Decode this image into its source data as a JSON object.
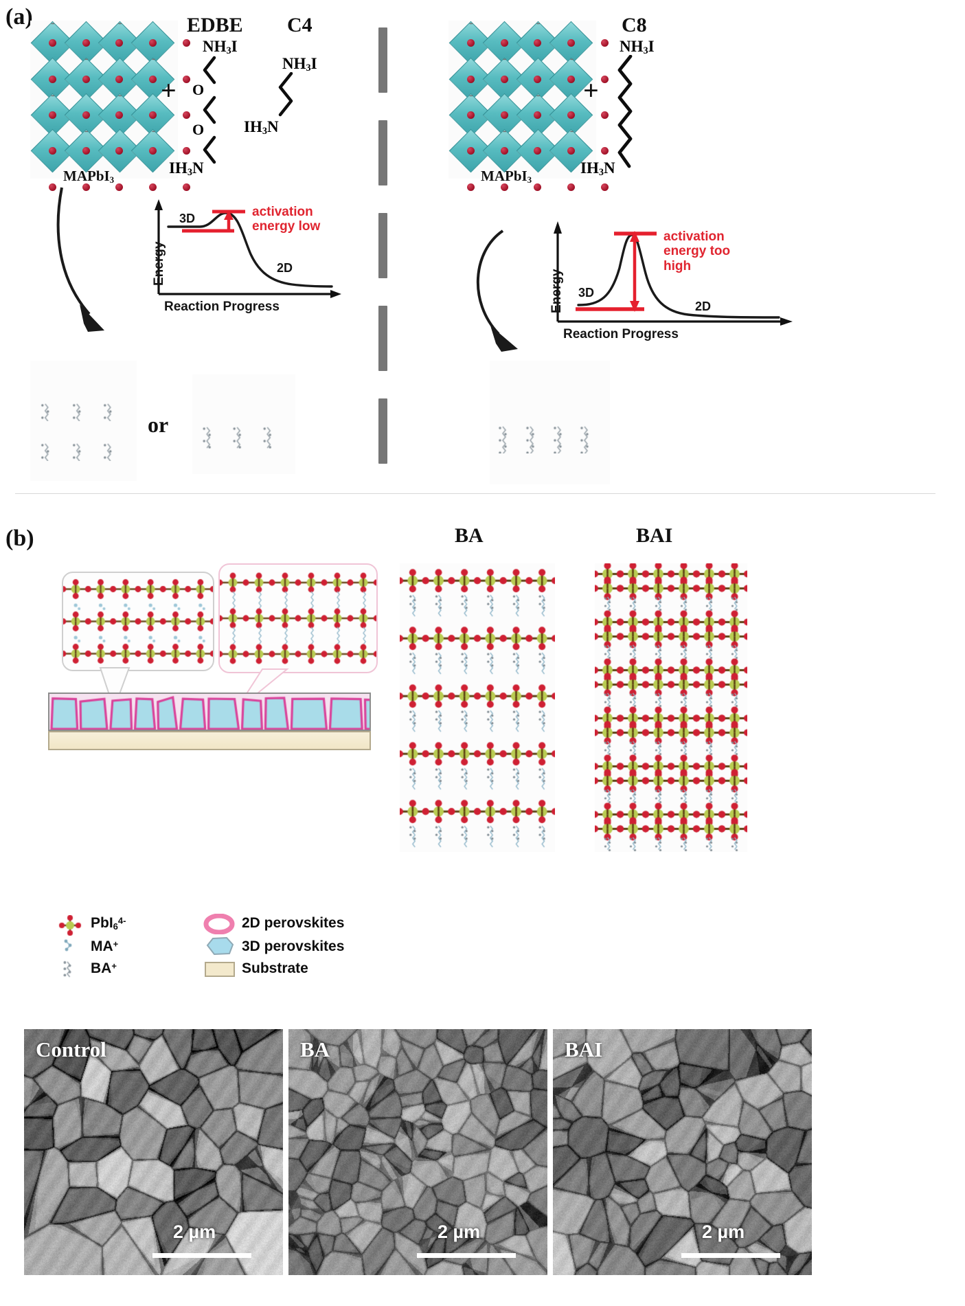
{
  "figure": {
    "panel_a_label": "(a)",
    "panel_b_label": "(b)"
  },
  "panel_a": {
    "left": {
      "crystal_label": "MAPbI3",
      "crystal_label_html": "MAPbI<sub>3</sub>",
      "plus": "+",
      "molecules": [
        {
          "name": "EDBE",
          "top_group": "NH3I",
          "top_group_html": "NH<sub>3</sub>I",
          "bottom_group": "IH3N",
          "bottom_group_html": "IH<sub>3</sub>N",
          "inner_atoms": [
            "O",
            "O"
          ],
          "chain_type": "ether-diamine"
        },
        {
          "name": "C4",
          "top_group": "NH3I",
          "top_group_html": "NH<sub>3</sub>I",
          "bottom_group": "IH3N",
          "bottom_group_html": "IH<sub>3</sub>N",
          "inner_atoms": [],
          "chain_type": "butane-diamine"
        }
      ],
      "energy_diagram": {
        "ylabel": "Energy",
        "xlabel": "Reaction Progress",
        "state_start": "3D",
        "state_end": "2D",
        "annotation": "activation\nenergy low",
        "annotation_color": "#e02530",
        "barrier_height_rel": 0.14
      },
      "product_connector": "or"
    },
    "right": {
      "crystal_label": "MAPbI3",
      "crystal_label_html": "MAPbI<sub>3</sub>",
      "plus": "+",
      "molecules": [
        {
          "name": "C8",
          "top_group": "NH3I",
          "top_group_html": "NH<sub>3</sub>I",
          "bottom_group": "IH3N",
          "bottom_group_html": "IH<sub>3</sub>N",
          "inner_atoms": [],
          "chain_type": "octane-diamine"
        }
      ],
      "energy_diagram": {
        "ylabel": "Energy",
        "xlabel": "Reaction Progress",
        "state_start": "3D",
        "state_end": "2D",
        "annotation": "activation\nenergy too\nhigh",
        "annotation_color": "#e02530",
        "barrier_height_rel": 0.82
      }
    }
  },
  "panel_b": {
    "column_titles": [
      "BA",
      "BAI"
    ],
    "legend": [
      {
        "symbol": "pbi6-cluster-icon",
        "label": "PbI64-",
        "label_html": "PbI<sub>6</sub><sup>4-</sup>"
      },
      {
        "symbol": "ma-cation-icon",
        "label": "MA+",
        "label_html": "MA<sup>+</sup>"
      },
      {
        "symbol": "ba-cation-icon",
        "label": "BA+",
        "label_html": "BA<sup>+</sup>"
      },
      {
        "symbol": "pink-ring-icon",
        "label": "2D perovskites",
        "label_html": "2D perovskites"
      },
      {
        "symbol": "blue-grain-icon",
        "label": "3D perovskites",
        "label_html": "3D perovskites"
      },
      {
        "symbol": "beige-rect-icon",
        "label": "Substrate",
        "label_html": "Substrate"
      }
    ],
    "legend_colors": {
      "two_d": "#ef7fae",
      "three_d": "#a8dbec",
      "substrate": "#f3e9cc"
    },
    "sem_images": [
      {
        "label": "Control",
        "scale_text": "2 µm"
      },
      {
        "label": "BA",
        "scale_text": "2 µm"
      },
      {
        "label": "BAI",
        "scale_text": "2 µm"
      }
    ]
  },
  "colors": {
    "octahedron_teal": "#58bcc0",
    "iodine_red": "#a01127",
    "lead_green": "#a9c34a",
    "accent_red": "#e02530",
    "divider_gray": "#767676"
  }
}
